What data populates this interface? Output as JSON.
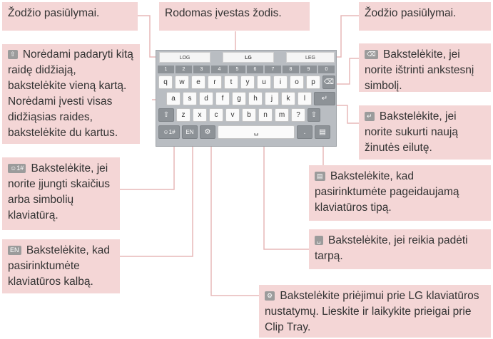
{
  "callouts": {
    "suggest_left": "Žodžio pasiūlymai.",
    "shown_word": "Rodomas įvestas žodis.",
    "suggest_right": "Žodžio pasiūlymai.",
    "shift_badge": "⇧",
    "shift": "Norėdami padaryti kitą raidę didžiają, bakstelėkite vieną kartą. Norėdami įvesti visas didžiąsias raides, bakstelėkite du kartus.",
    "delete_badge": "⌫",
    "delete": "Bakstelėkite, jei norite ištrinti ankstesnį simbolį.",
    "enter_badge": "↵",
    "enter": "Bakstelėkite, jei norite sukurti naują žinutės eilutę.",
    "symbols_badge": "☺1#",
    "symbols": "Bakstelėkite, jei norite įjungti skaičius arba simbolių klaviatūrą.",
    "keyboard_type_badge": "▤",
    "keyboard_type": "Bakstelėkite, kad pasirinktumėte pageidaujamą klaviatūros tipą.",
    "language_badge": "EN",
    "language": "Bakstelėkite, kad pasirinktumėte klaviatūros kalbą.",
    "space_badge": "␣",
    "space": "Bakstelėkite, jei reikia padėti tarpą.",
    "settings_badge": "⚙",
    "settings": "Bakstelėkite priėjimui prie LG klaviatūros nustatymų. Lieskite ir laikykite prieigai prie Clip Tray."
  },
  "keyboard": {
    "suggestions": [
      "LOG",
      "LG",
      "LEG"
    ],
    "numbers": [
      "1",
      "2",
      "3",
      "4",
      "5",
      "6",
      "7",
      "8",
      "9",
      "0"
    ],
    "row1": [
      "q",
      "w",
      "e",
      "r",
      "t",
      "y",
      "u",
      "i",
      "o",
      "p"
    ],
    "row2": [
      "a",
      "s",
      "d",
      "f",
      "g",
      "h",
      "j",
      "k",
      "l"
    ],
    "row3": [
      "z",
      "x",
      "c",
      "v",
      "b",
      "n",
      "m",
      "?"
    ],
    "shift_key": "⇧",
    "delete_key": "⌫",
    "enter_key": "↵",
    "symbols_key": "☺1#",
    "lang_key": "EN",
    "settings_key": "⚙",
    "period_key": ".",
    "type_key": "▤",
    "space_key": "␣",
    "up_key": "⇧"
  }
}
